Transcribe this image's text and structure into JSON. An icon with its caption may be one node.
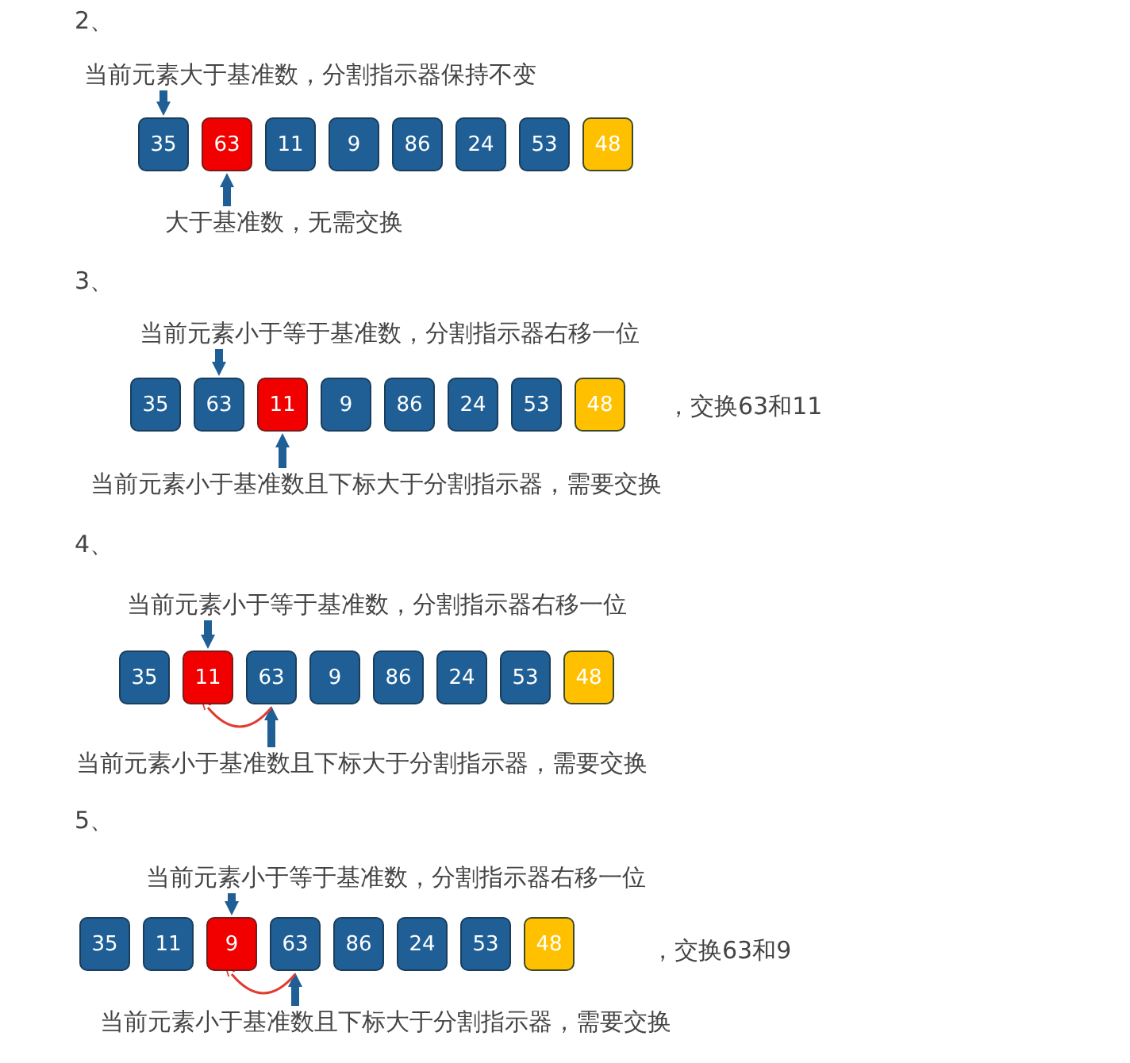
{
  "diagram": {
    "nodes": [
      {
        "text": [
          "当前元素大于基准数，分割指示器保持不变"
        ]
      },
      {
        "text": [
          "35"
        ]
      },
      {
        "text": [
          "63"
        ]
      },
      {
        "text": [
          "11"
        ]
      },
      {
        "text": [
          "9"
        ]
      },
      {
        "text": [
          "86"
        ]
      },
      {
        "text": [
          "24"
        ]
      },
      {
        "text": [
          "53"
        ]
      },
      {
        "text": [
          "48"
        ]
      },
      {
        "text": [
          "大于基准数，无需交换"
        ]
      },
      {
        "text": [
          "当前元素小于等于基准数，分割指示器右移一位"
        ]
      },
      {
        "text": [
          "35"
        ]
      },
      {
        "text": [
          "63"
        ]
      },
      {
        "text": [
          "11"
        ]
      },
      {
        "text": [
          "9"
        ]
      },
      {
        "text": [
          "86"
        ]
      },
      {
        "text": [
          "24"
        ]
      },
      {
        "text": [
          "53"
        ]
      },
      {
        "text": [
          "48"
        ]
      },
      {
        "text": [
          "当前元素小于基准数且下标大于分割指示器，需要交换"
        ]
      },
      {
        "text": [
          "当前元素小于等于基准数，分割指示器右移一位"
        ]
      },
      {
        "text": [
          "35"
        ]
      },
      {
        "text": [
          "11"
        ]
      },
      {
        "text": [
          "63"
        ]
      },
      {
        "text": [
          "9"
        ]
      },
      {
        "text": [
          "86"
        ]
      },
      {
        "text": [
          "24"
        ]
      },
      {
        "text": [
          "53"
        ]
      },
      {
        "text": [
          "48"
        ]
      },
      {
        "text": [
          "当前元素小于基准数且下标大于分割指示器，需要交换"
        ]
      },
      {
        "text": [
          "当前元素小于等于基准数，分割指示器右移一位"
        ]
      },
      {
        "text": [
          "35"
        ]
      },
      {
        "text": [
          "11"
        ]
      },
      {
        "text": [
          "9"
        ]
      },
      {
        "text": [
          "63"
        ]
      },
      {
        "text": [
          "86"
        ]
      },
      {
        "text": [
          "24"
        ]
      },
      {
        "text": [
          "53"
        ]
      },
      {
        "text": [
          "48"
        ]
      },
      {
        "text": [
          "当前元素小于基准数且下标大于分割指示器，需要交换"
        ]
      }
    ],
    "edges": [
      {
        "from": 0,
        "to": 1,
        "arrow": "to"
      },
      {
        "from": 9,
        "to": 2,
        "arrow": "to"
      },
      {
        "from": 10,
        "to": 12,
        "arrow": "to"
      },
      {
        "from": 19,
        "to": 13,
        "arrow": "to"
      },
      {
        "from": 20,
        "to": 22,
        "arrow": "to"
      },
      {
        "from": 29,
        "to": 23,
        "arrow": "to"
      },
      {
        "from": 23,
        "to": 22,
        "arrow": "to",
        "color": "#e03c31"
      },
      {
        "from": 30,
        "to": 33,
        "arrow": "to"
      },
      {
        "from": 39,
        "to": 34,
        "arrow": "to"
      },
      {
        "from": 34,
        "to": 33,
        "arrow": "to",
        "color": "#e03c31"
      }
    ],
    "labels": [
      "2、",
      "3、",
      "，交换63和11",
      "4、",
      "5、",
      "，交换63和9"
    ]
  }
}
